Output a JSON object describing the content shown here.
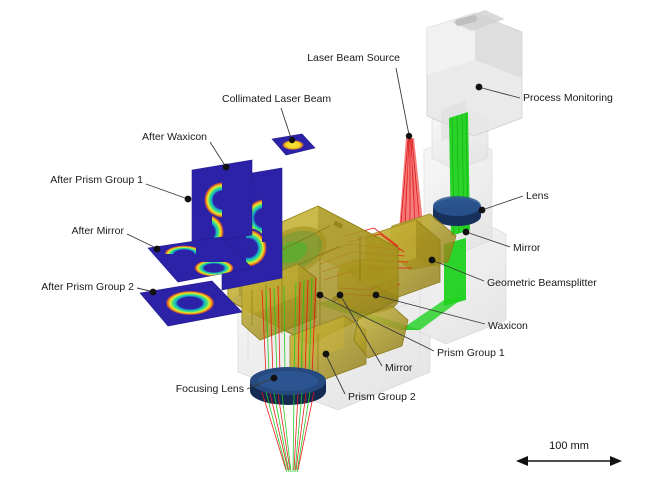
{
  "figure": {
    "background": "#ffffff",
    "label_color": "#1a1a1a",
    "leader_color": "#3b3b3b"
  },
  "labels": {
    "laser_beam_source": "Laser Beam Source",
    "collimated_laser_beam": "Collimated Laser Beam",
    "after_waxicon": "After Waxicon",
    "after_prism_group_1": "After Prism Group 1",
    "after_mirror": "After Mirror",
    "after_prism_group_2": "After Prism Group 2",
    "focusing_lens": "Focusing Lens",
    "prism_group_2": "Prism Group 2",
    "mirror_lower": "Mirror",
    "prism_group_1": "Prism Group 1",
    "waxicon": "Waxicon",
    "geometric_beamsplitter": "Geometric Beamsplitter",
    "mirror_upper": "Mirror",
    "lens": "Lens",
    "process_monitoring": "Process Monitoring"
  },
  "scale_bar": {
    "text": "100 mm"
  },
  "colors": {
    "beam_red": "#ee1c1c",
    "beam_green": "#17c617",
    "lens_blue": "#1d3f72",
    "optic_gold": "#b3a224",
    "housing_grey": "#d9d9d9",
    "profile_background": "#2b22a8",
    "profile_ring_green": "#2fe07a",
    "profile_ring_yellow": "#f2e52a",
    "profile_ring_red": "#e03c1a"
  },
  "beam_profiles": [
    {
      "name": "collimated-laser-beam-profile",
      "shape": "filled-ellipse"
    },
    {
      "name": "after-waxicon-profile",
      "shape": "crescent-pair"
    },
    {
      "name": "after-prism-group-1-profile",
      "shape": "crescent-pair"
    },
    {
      "name": "after-mirror-profile",
      "shape": "two-arcs"
    },
    {
      "name": "after-prism-group-2-profile",
      "shape": "full-ring"
    }
  ]
}
